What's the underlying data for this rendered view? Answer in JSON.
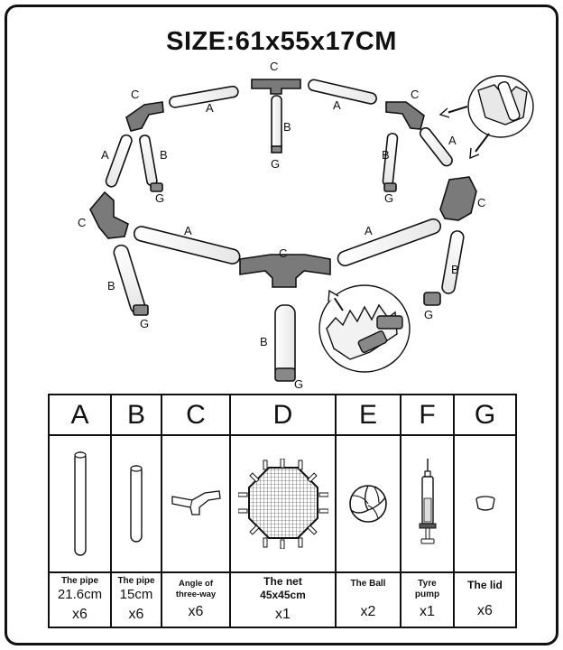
{
  "title": "SIZE:61x55x17CM",
  "diagram_labels": {
    "pipe_long": "A",
    "pipe_short": "B",
    "connector": "C",
    "lid": "G"
  },
  "parts": [
    {
      "letter": "A",
      "name": "The pipe",
      "size": "21.6cm",
      "qty": "x6"
    },
    {
      "letter": "B",
      "name": "The pipe",
      "size": "15cm",
      "qty": "x6"
    },
    {
      "letter": "C",
      "name": "Angle of three-way",
      "size": "",
      "qty": "x6"
    },
    {
      "letter": "D",
      "name": "The net",
      "size": "45x45cm",
      "qty": "x1"
    },
    {
      "letter": "E",
      "name": "The Ball",
      "size": "",
      "qty": "x2"
    },
    {
      "letter": "F",
      "name": "Tyre pump",
      "size": "",
      "qty": "x1"
    },
    {
      "letter": "G",
      "name": "The lid",
      "size": "",
      "qty": "x6"
    }
  ]
}
